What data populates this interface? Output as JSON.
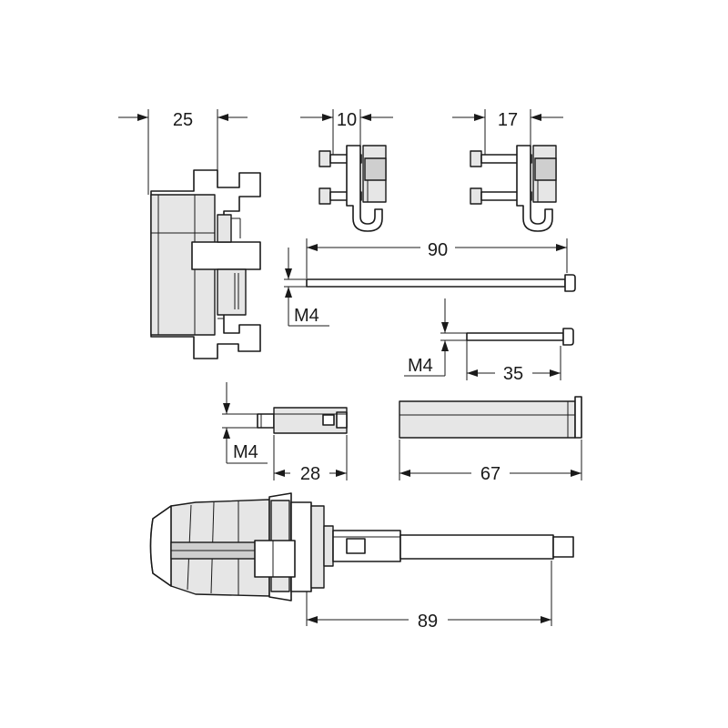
{
  "dimensions": {
    "width_bracket": "25",
    "clip_small": "10",
    "clip_large": "17",
    "rod_long_length": "90",
    "rod_long_thread": "M4",
    "rod_short_thread": "M4",
    "rod_short_length": "35",
    "extension_thread": "M4",
    "extension_length": "28",
    "sleeve_length": "67",
    "cartridge_length": "89"
  },
  "colors": {
    "line": "#1a1a1a",
    "fill_light": "#e6e6e6",
    "fill_dark": "#cfcfcf",
    "background": "#ffffff"
  }
}
